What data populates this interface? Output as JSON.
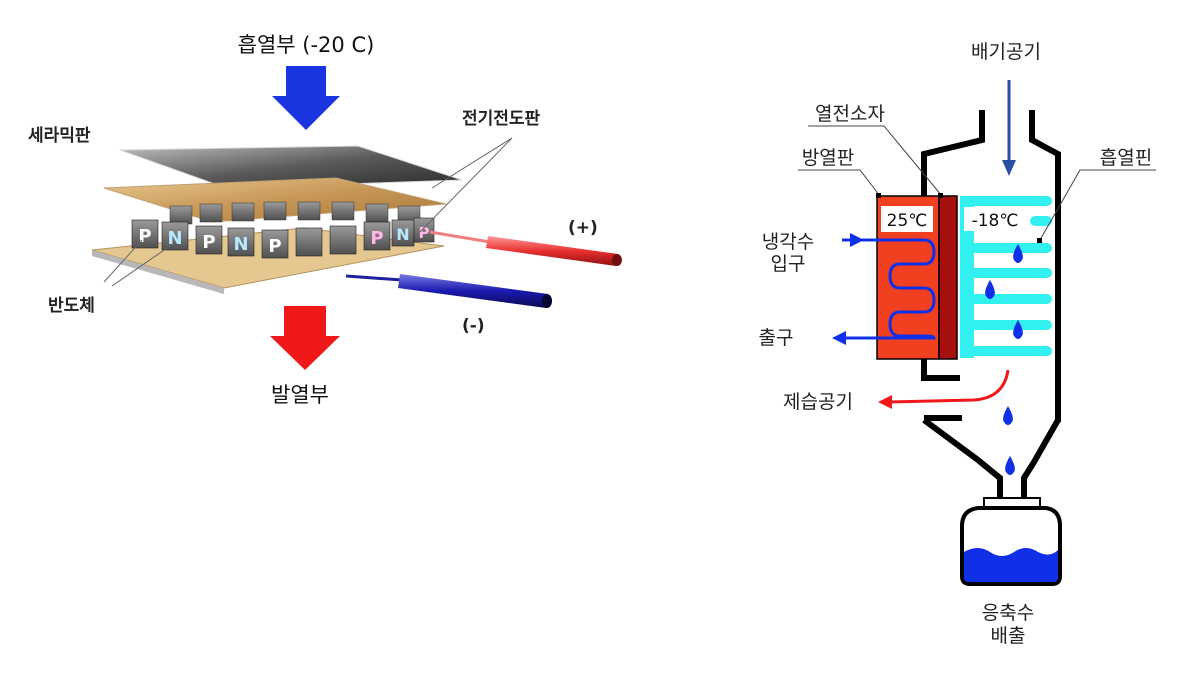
{
  "left_diagram": {
    "heat_absorb_label": "흡열부 (-20 C)",
    "heat_emit_label": "발열부",
    "ceramic_plate_label": "세라믹판",
    "conductor_plate_label": "전기전도판",
    "semiconductor_label": "반도체",
    "positive_terminal_label": "(+)",
    "negative_terminal_label": "(-)",
    "p_letter": "P",
    "n_letter": "N"
  },
  "right_diagram": {
    "exhaust_air_label": "배기공기",
    "thermoelectric_element_label": "열전소자",
    "heat_sink_plate_label": "방열판",
    "absorb_fin_label": "흡열핀",
    "hot_temp_label": "25℃",
    "cold_temp_label": "-18℃",
    "coolant_inlet_label_line1": "냉각수",
    "coolant_inlet_label_line2": "입구",
    "outlet_label": "출구",
    "dehumidified_air_label": "제습공기",
    "condensate_label_line1": "응축수",
    "condensate_label_line2": "배출"
  },
  "colors": {
    "blue_arrow": "#1a34e0",
    "red_arrow": "#f01818",
    "hot_plate": "#f04020",
    "hot_plate_dark": "#a81010",
    "fin_cyan": "#33f0f0",
    "water_blue": "#1030e8",
    "duct_black": "#000000",
    "exhaust_arrow": "#2a4fa8"
  }
}
